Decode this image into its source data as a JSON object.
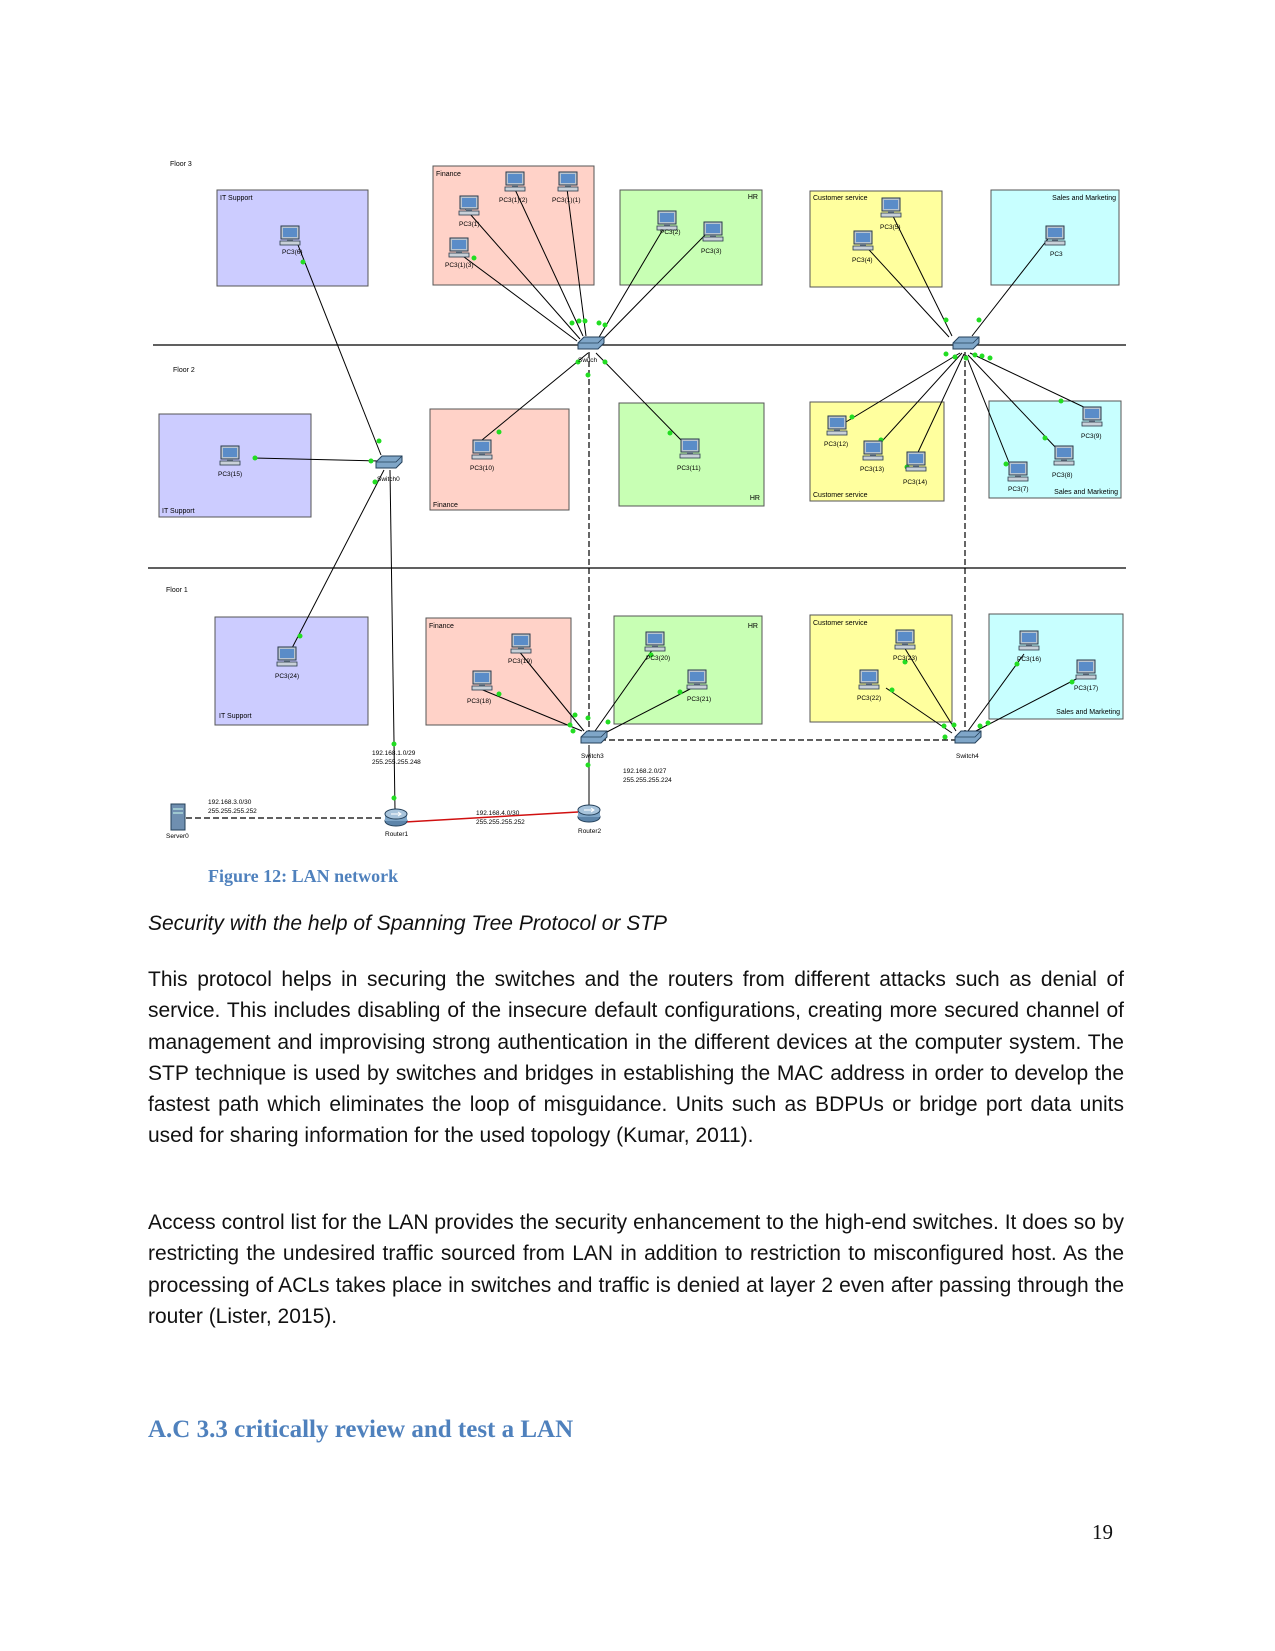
{
  "diagram": {
    "floors": [
      "Floor 3",
      "Floor 2",
      "Floor 1"
    ],
    "zones": {
      "f3_it": "IT Support",
      "f3_fin": "Finance",
      "f3_hr": "HR",
      "f3_cs": "Customer service",
      "f3_sm": "Sales and Marketing",
      "f2_it": "IT Support",
      "f2_fin": "Finance",
      "f2_hr": "HR",
      "f2_cs": "Customer service",
      "f2_sm": "Sales and Marketing",
      "f1_it": "IT Support",
      "f1_fin": "Finance",
      "f1_hr": "HR",
      "f1_cs": "Customer service",
      "f1_sm": "Sales and Marketing"
    },
    "pcs": {
      "pc_f3_it": "PC3(6)",
      "pc_f3_fin_a": "PC3(1)(2)",
      "pc_f3_fin_b": "PC3(1)(1)",
      "pc_f3_fin_c": "PC3(1)",
      "pc_f3_fin_d": "PC3(1)(3)",
      "pc_f3_hr_a": "PC3(2)",
      "pc_f3_hr_b": "PC3(3)",
      "pc_f3_cs_a": "PC3(5)",
      "pc_f3_cs_b": "PC3(4)",
      "pc_f3_sm": "PC3",
      "pc_f2_it": "PC3(15)",
      "pc_f2_fin": "PC3(10)",
      "pc_f2_hr": "PC3(11)",
      "pc_f2_cs_a": "PC3(12)",
      "pc_f2_cs_b": "PC3(13)",
      "pc_f2_cs_c": "PC3(14)",
      "pc_f2_sm_a": "PC3(9)",
      "pc_f2_sm_b": "PC3(8)",
      "pc_f2_sm_c": "PC3(7)",
      "pc_f1_it": "PC3(24)",
      "pc_f1_fin_a": "PC3(19)",
      "pc_f1_fin_b": "PC3(18)",
      "pc_f1_hr_a": "PC3(20)",
      "pc_f1_hr_b": "PC3(21)",
      "pc_f1_cs_a": "PC3(23)",
      "pc_f1_cs_b": "PC3(22)",
      "pc_f1_sm_a": "PC3(16)",
      "pc_f1_sm_b": "PC3(17)"
    },
    "devices": {
      "switch0": "Switch0",
      "switch_f3": "Switch",
      "switch3": "Switch3",
      "switch4": "Switch4",
      "router1": "Router1",
      "router2": "Router2",
      "server0": "Server0"
    },
    "networks": {
      "net1_addr": "192.168.1.0/29",
      "net1_mask": "255.255.255.248",
      "net2_addr": "192.168.2.0/27",
      "net2_mask": "255.255.255.224",
      "net3_addr": "192.168.3.0/30",
      "net3_mask": "255.255.255.252",
      "net4_addr": "192.168.4.0/30",
      "net4_mask": "255.255.255.252"
    },
    "colors": {
      "it": "#ccccff",
      "finance": "#ffd2c8",
      "hr": "#c8ffb4",
      "cs": "#ffff9e",
      "sm": "#c8ffff",
      "serial": "#d01010",
      "port": "#22dd22"
    }
  },
  "figure_caption": "Figure 12: LAN network",
  "subheading": "Security with the help of Spanning Tree Protocol or STP",
  "paragraph1": "This protocol helps in securing the switches and the routers from different attacks such as denial of service. This includes disabling of the insecure default configurations, creating more secured channel of management and improvising strong authentication in the different devices at the computer system. The STP technique is used by switches and bridges in establishing the MAC address in order to develop the fastest path which eliminates the loop of misguidance. Units such as BDPUs or bridge port data units used for sharing information for the used topology (Kumar, 2011).",
  "paragraph2": "Access control list for the LAN provides the security enhancement to the high-end switches. It does so by restricting the undesired traffic sourced from LAN in addition to restriction to misconfigured host. As the processing of ACLs takes place in switches and traffic is denied at layer 2 even after passing through the router (Lister, 2015).",
  "section_heading": "A.C 3.3 critically review and test a LAN",
  "page_number": "19"
}
